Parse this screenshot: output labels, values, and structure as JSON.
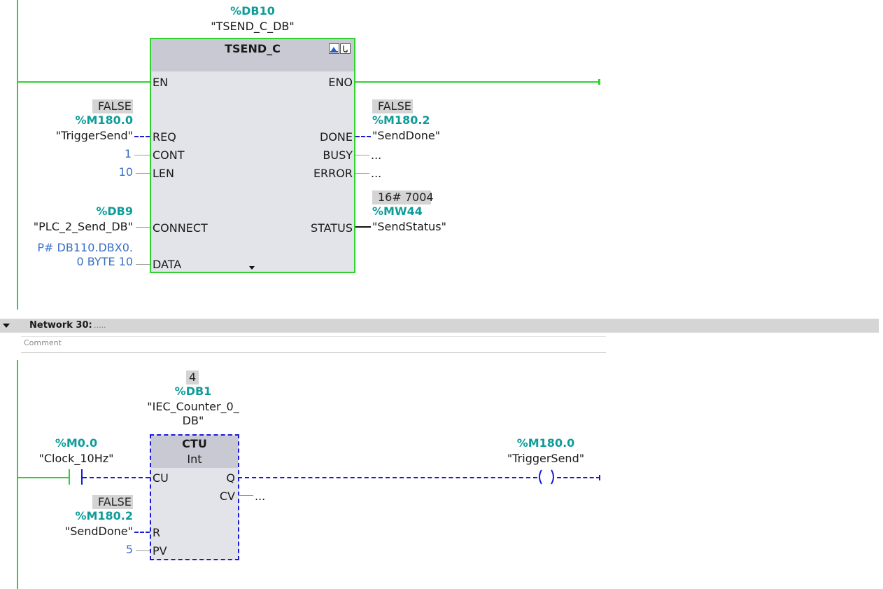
{
  "network29": {
    "block": {
      "instance_address": "%DB10",
      "instance_name": "\"TSEND_C_DB\"",
      "title": "TSEND_C",
      "inputs": {
        "en": "EN",
        "req": "REQ",
        "cont": "CONT",
        "len": "LEN",
        "connect": "CONNECT",
        "data": "DATA"
      },
      "outputs": {
        "eno": "ENO",
        "done": "DONE",
        "busy": "BUSY",
        "error": "ERROR",
        "status": "STATUS"
      }
    },
    "req_param": {
      "value": "FALSE",
      "address": "%M180.0",
      "tag": "\"TriggerSend\""
    },
    "cont_param": "1",
    "len_param": "10",
    "connect_param": {
      "address": "%DB9",
      "tag": "\"PLC_2_Send_DB\""
    },
    "data_param": {
      "line1": "P# DB110.DBX0.",
      "line2": "0 BYTE 10"
    },
    "done_param": {
      "value": "FALSE",
      "address": "%M180.2",
      "tag": "\"SendDone\""
    },
    "busy_param": "...",
    "error_param": "...",
    "status_param": {
      "value": "16# 7004",
      "address": "%MW44",
      "tag": "\"SendStatus\""
    }
  },
  "network30": {
    "header": "Network 30:",
    "header_dots": ".....",
    "comment": "Comment",
    "contact": {
      "address": "%M0.0",
      "tag": "\"Clock_10Hz\""
    },
    "block": {
      "monitor_value": "4",
      "instance_address": "%DB1",
      "instance_name_line1": "\"IEC_Counter_0_",
      "instance_name_line2": "DB\"",
      "title": "CTU",
      "type": "Int",
      "inputs": {
        "cu": "CU",
        "r": "R",
        "pv": "PV"
      },
      "outputs": {
        "q": "Q",
        "cv": "CV"
      }
    },
    "r_param": {
      "value": "FALSE",
      "address": "%M180.2",
      "tag": "\"SendDone\""
    },
    "pv_param": "5",
    "cv_param": "...",
    "coil": {
      "address": "%M180.0",
      "tag": "\"TriggerSend\""
    }
  },
  "colors": {
    "power_rail": "#2fd12f",
    "address_teal": "#0f9c99",
    "constant_blue": "#3a6fc4",
    "dashed_wire": "#1a1ad6"
  }
}
